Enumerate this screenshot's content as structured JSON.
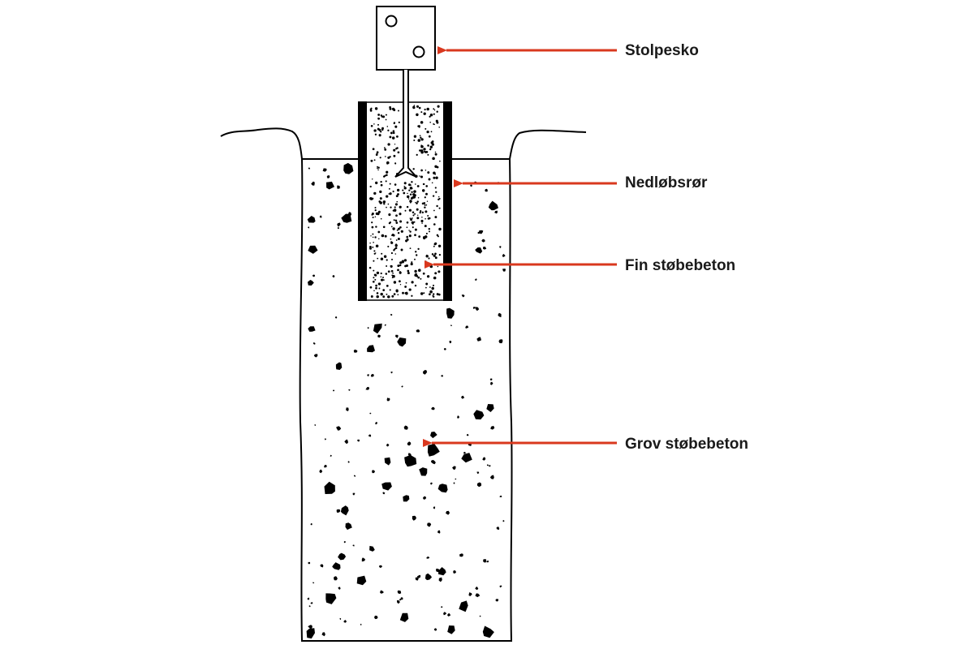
{
  "diagram": {
    "labels": {
      "post_shoe": "Stolpesko",
      "downpipe": "Nedløbsrør",
      "fine_concrete": "Fin støbebeton",
      "coarse_concrete": "Grov støbebeton"
    },
    "colors": {
      "arrow": "#d9381e",
      "ink": "#000000",
      "background": "#ffffff"
    }
  }
}
